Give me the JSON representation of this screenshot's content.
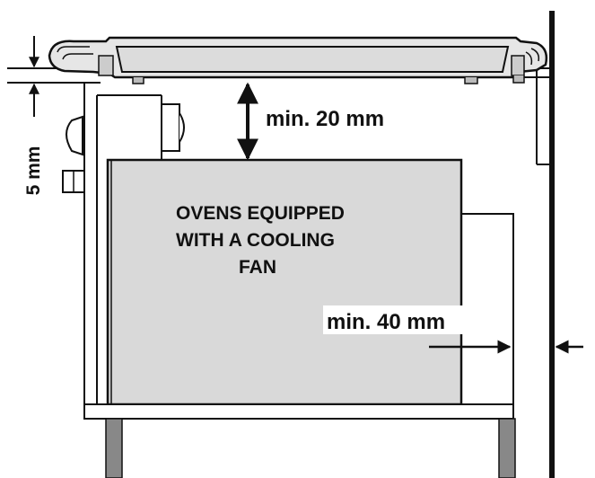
{
  "labels": {
    "cutout_thickness": "5 mm",
    "top_clearance": "min. 20 mm",
    "oven_text_line1": "OVENS EQUIPPED",
    "oven_text_line2": "WITH A COOLING",
    "oven_text_line3": "FAN",
    "side_clearance": "min. 40 mm"
  },
  "colors": {
    "line": "#111111",
    "oven_fill": "#d9d9d9",
    "hob_fill": "#e6e6e6",
    "background": "#ffffff"
  }
}
